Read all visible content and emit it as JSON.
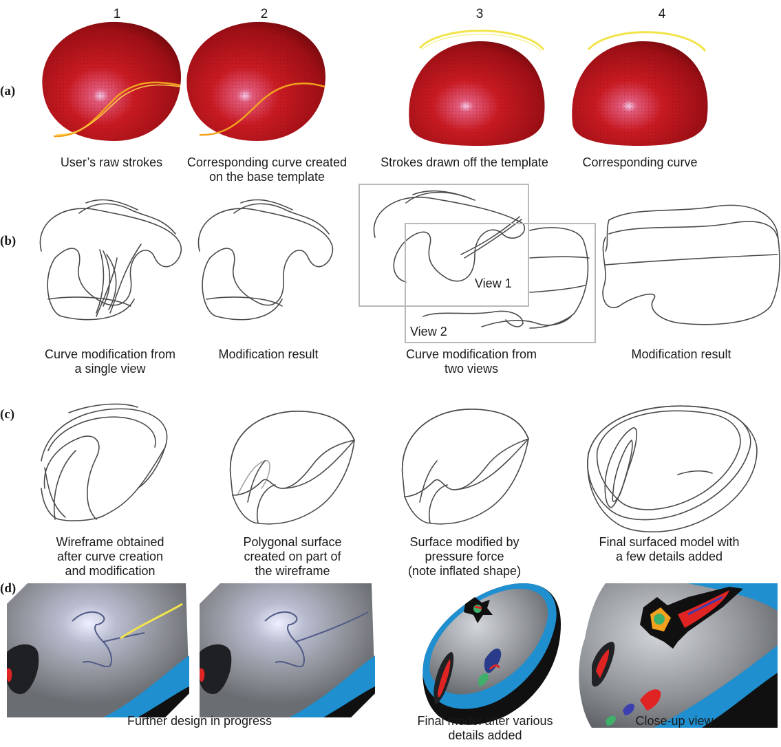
{
  "columns": [
    "1",
    "2",
    "3",
    "4"
  ],
  "rows": [
    "(a)",
    "(b)",
    "(c)",
    "(d)"
  ],
  "captions": {
    "a1": "User’s raw strokes",
    "a2": "Corresponding curve created\non the base template",
    "a3": "Strokes drawn off the template",
    "a4": "Corresponding curve",
    "b1": "Curve modification from\na single view",
    "b2": "Modification result",
    "b3": "Curve modification from\ntwo views",
    "b4": "Modification result",
    "c1": "Wireframe obtained\nafter curve creation\nand modification",
    "c2": "Polygonal surface\ncreated on part of\nthe wireframe",
    "c3": "Surface modified by\npressure force\n(note inflated shape)",
    "c4": "Final surfaced model with\na few details added",
    "d12": "Further design in progress",
    "d3": "Final model after various\ndetails added",
    "d4": "Close-up view"
  },
  "view_labels": {
    "view1": "View 1",
    "view2": "View 2"
  },
  "colors": {
    "template_red": "#c4141c",
    "stroke_orange": "#f2a21e",
    "stroke_yellow": "#f2e44a",
    "stroke_green": "#3fb06a",
    "model_gray": "#8e9196",
    "model_blue": "#1f8fcf",
    "model_black": "#101010"
  }
}
